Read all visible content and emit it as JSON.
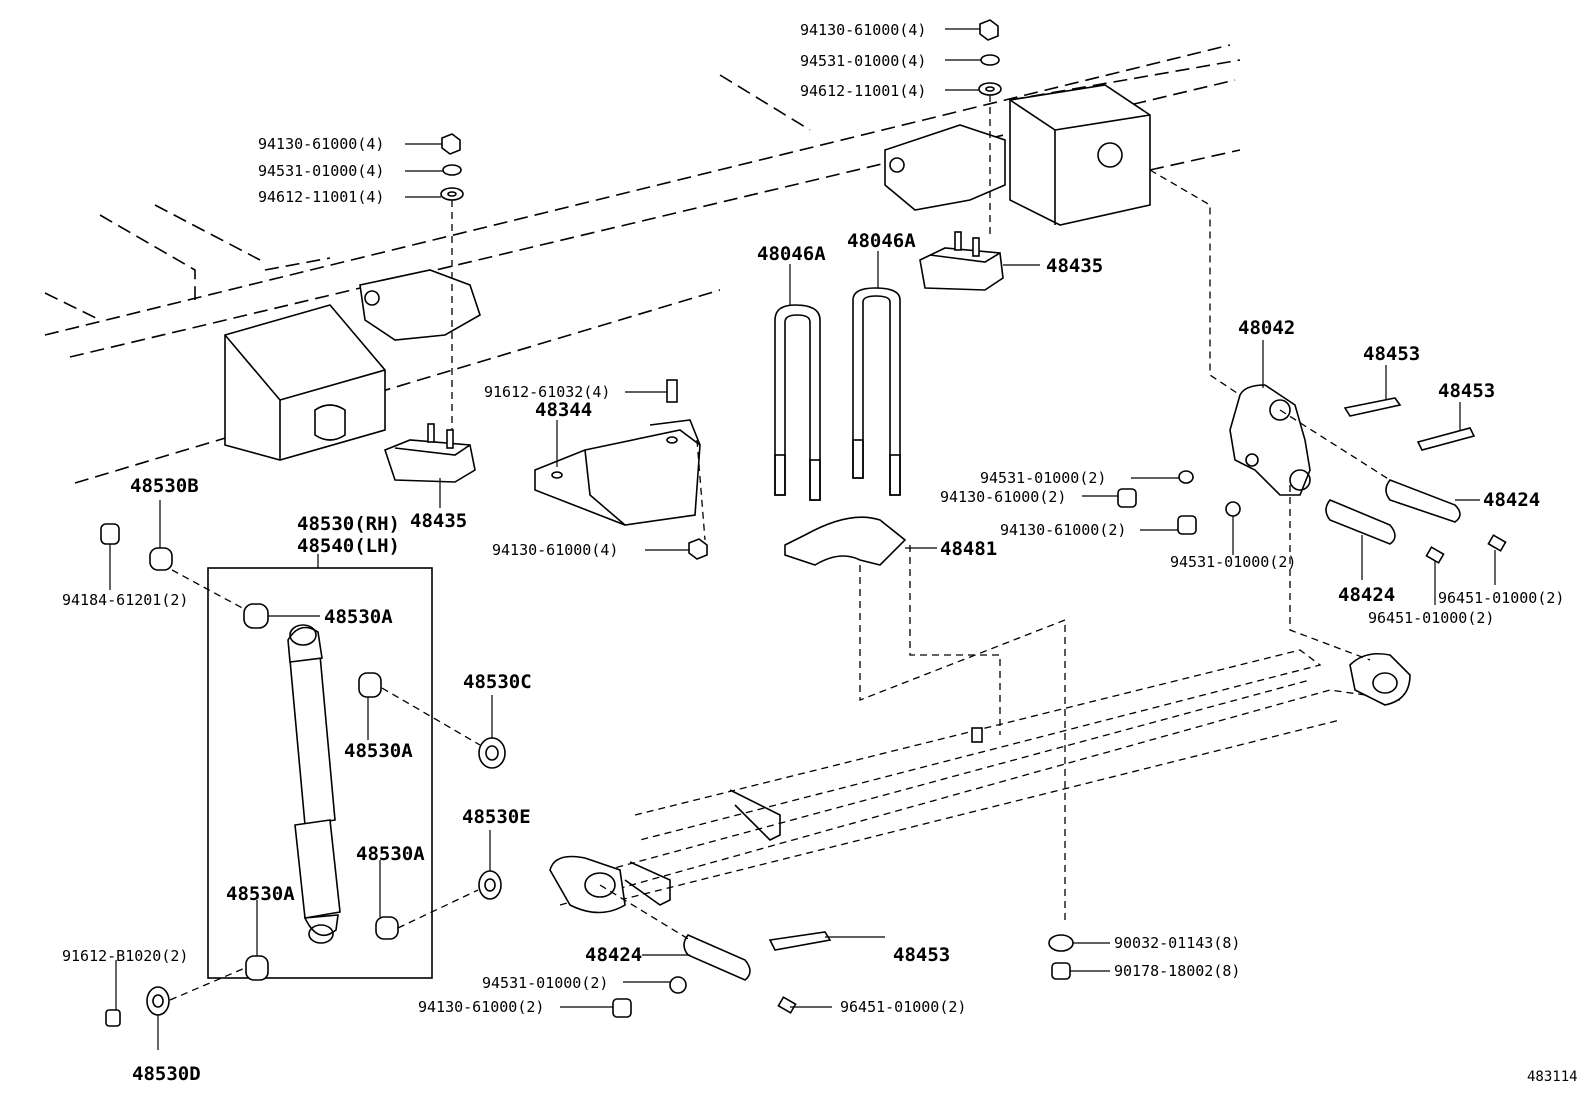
{
  "diagram_id": "483114",
  "callouts": {
    "rh_top_nut": "94130-61000(4)",
    "rh_top_washer": "94531-01000(4)",
    "rh_top_plate": "94612-11001(4)",
    "lh_top_nut": "94130-61000(4)",
    "lh_top_washer": "94531-01000(4)",
    "lh_top_plate": "94612-11001(4)",
    "ubolt_left": "48046A",
    "ubolt_right": "48046A",
    "bumper_right": "48435",
    "bumper_left": "48435",
    "bolt_bracket": "91612-61032(4)",
    "bracket": "48344",
    "bracket_nut": "94130-61000(4)",
    "shackle": "48042",
    "grease_fitting_1": "48453",
    "grease_fitting_2": "48453",
    "pin_right": "48424",
    "pin_mid": "48424",
    "shackle_washer": "94531-01000(2)",
    "shackle_nut_1": "94130-61000(2)",
    "shackle_nut_2": "94130-61000(2)",
    "shackle_washer_2": "94531-01000(2)",
    "fitting_1": "96451-01000(2)",
    "fitting_2": "96451-01000(2)",
    "spring_seat": "48481",
    "bushing_b": "48530B",
    "nut_94184": "94184-61201(2)",
    "absorber_rh": "48530(RH)",
    "absorber_lh": "48540(LH)",
    "bushing_a_top": "48530A",
    "bushing_a_mid": "48530A",
    "bushing_c": "48530C",
    "bushing_e": "48530E",
    "bushing_a_low_right": "48530A",
    "bushing_a_low_left": "48530A",
    "bolt_b1020": "91612-B1020(2)",
    "bushing_d": "48530D",
    "front_pin": "48424",
    "front_fitting_grease": "48453",
    "front_washer": "94531-01000(2)",
    "front_nut": "94130-61000(2)",
    "front_fitting": "96451-01000(2)",
    "spring_washer": "90032-01143(8)",
    "spring_nut": "90178-18002(8)"
  }
}
